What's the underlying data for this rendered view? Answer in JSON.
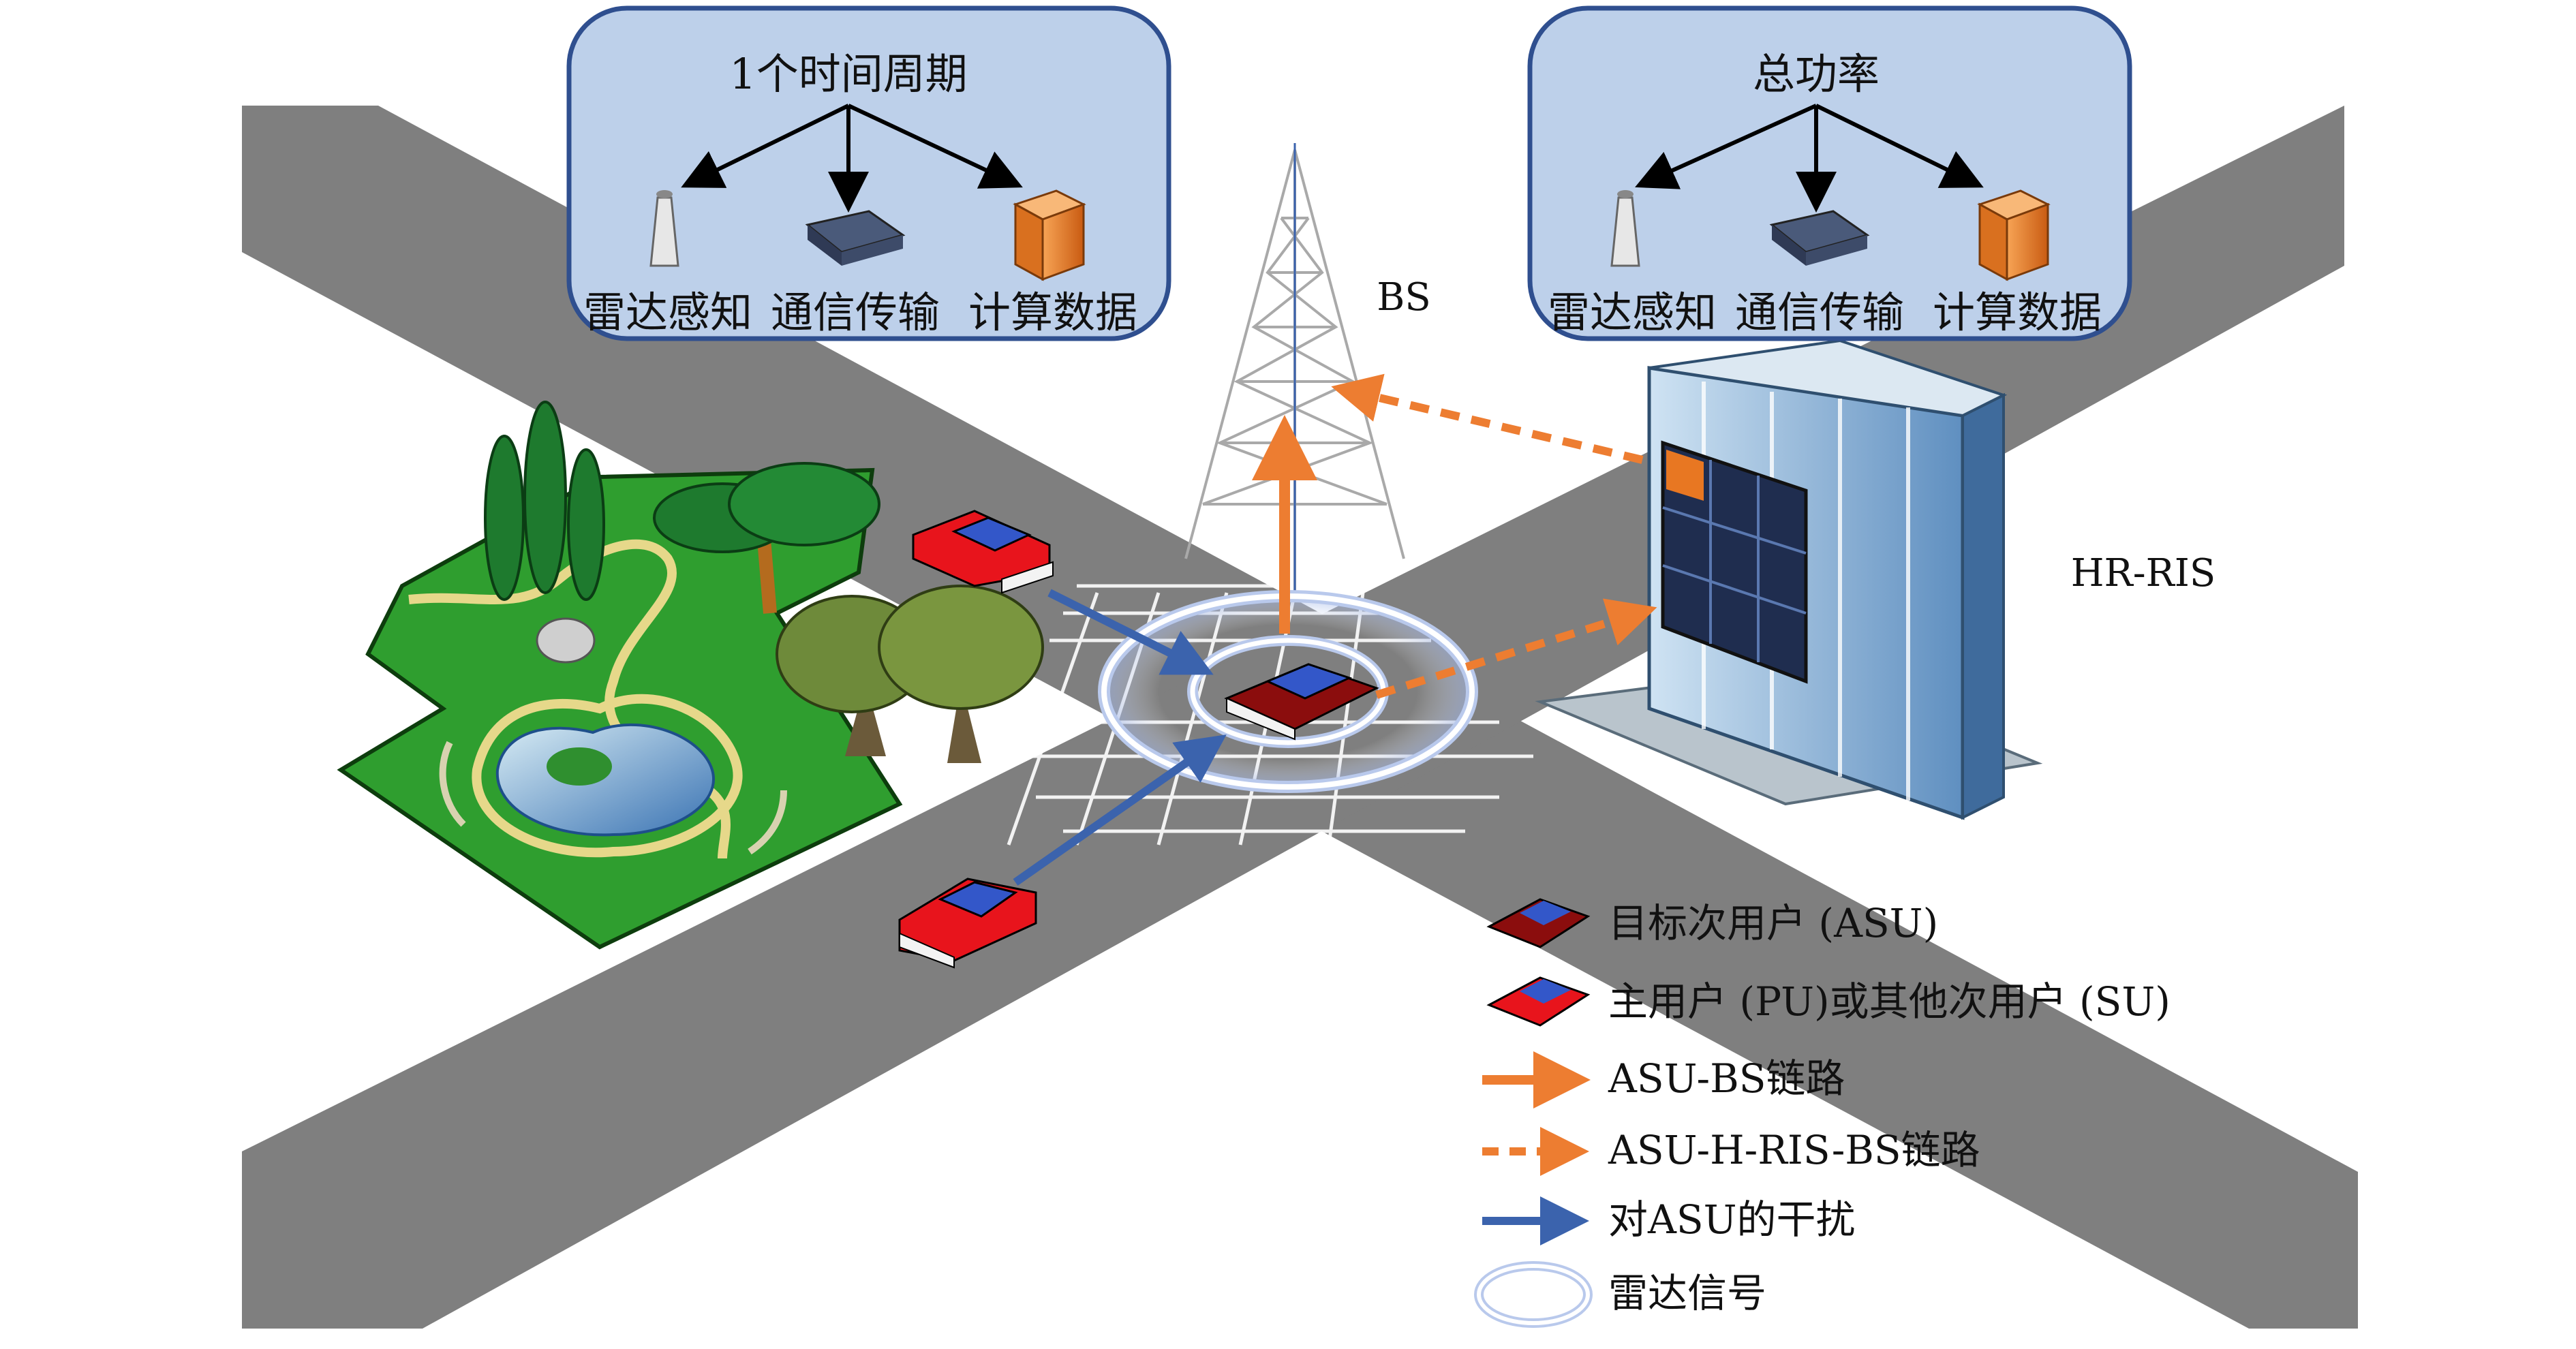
{
  "left_box": {
    "title": "1个时间周期",
    "items": [
      "雷达感知",
      "通信传输",
      "计算数据"
    ]
  },
  "right_box": {
    "title": "总功率",
    "items": [
      "雷达感知",
      "通信传输",
      "计算数据"
    ]
  },
  "labels": {
    "bs": "BS",
    "hr_ris": "HR-RIS"
  },
  "legend": [
    {
      "key": "asu",
      "label": "目标次用户 (ASU)"
    },
    {
      "key": "pu_su",
      "label": "主用户 (PU)或其他次用户 (SU)"
    },
    {
      "key": "asu_bs",
      "label": "ASU-BS链路"
    },
    {
      "key": "asu_hris_bs",
      "label": "ASU-H-RIS-BS链路"
    },
    {
      "key": "interference",
      "label": "对ASU的干扰"
    },
    {
      "key": "radar",
      "label": "雷达信号"
    }
  ],
  "colors": {
    "road": "#7f7f7f",
    "box_fill": "#bdd0ea",
    "box_stroke": "#2f4f8f",
    "orange_link": "#ed7d31",
    "interference": "#3b63ad",
    "radar_ring": "#b9c9ec",
    "red_car": "#e8141c",
    "dark_car": "#8b0d0d",
    "grass": "#2f9e2f",
    "building_glass": "#8fb6d8",
    "ris_panel": "#1f2d4f",
    "ris_active": "#e87722"
  },
  "icons": [
    "antenna-icon",
    "router-icon",
    "server-icon",
    "tower-icon",
    "building-icon",
    "tree-icon",
    "car-icon"
  ]
}
